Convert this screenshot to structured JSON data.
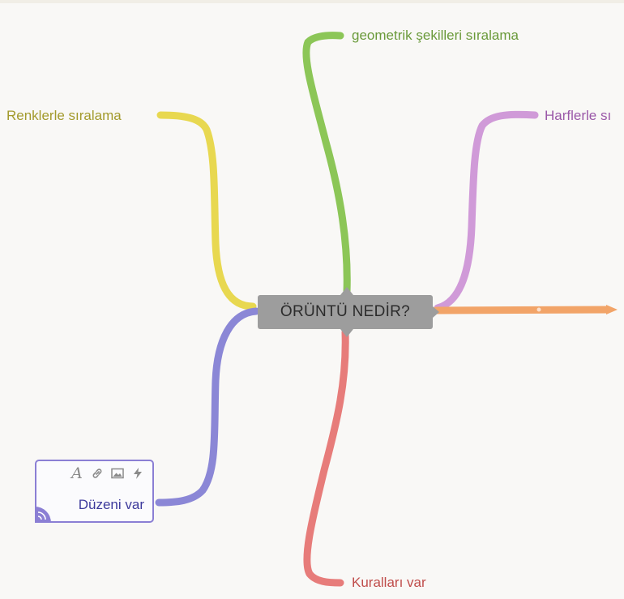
{
  "center": {
    "label": "ÖRÜNTÜ NEDİR?"
  },
  "branches": [
    {
      "id": "geometric",
      "label": "geometrik şekilleri sıralama",
      "color": "#8cc657",
      "text_color": "#6a9a3a"
    },
    {
      "id": "colors",
      "label": "Renklerle sıralama",
      "color": "#e8d850",
      "text_color": "#a39a2c"
    },
    {
      "id": "letters",
      "label": "Harflerle sı",
      "color": "#d09ad8",
      "text_color": "#9a58a8"
    },
    {
      "id": "orange",
      "label": "",
      "color": "#f2a468"
    },
    {
      "id": "order",
      "label": "Düzeni var",
      "color": "#8b87d6",
      "text_color": "#3d3a9c"
    },
    {
      "id": "rules",
      "label": "Kuralları var",
      "color": "#e77c7a",
      "text_color": "#c04d4b"
    }
  ],
  "edit_toolbar": {
    "icons": [
      "text-style-icon",
      "link-icon",
      "image-icon",
      "lightning-icon"
    ]
  }
}
